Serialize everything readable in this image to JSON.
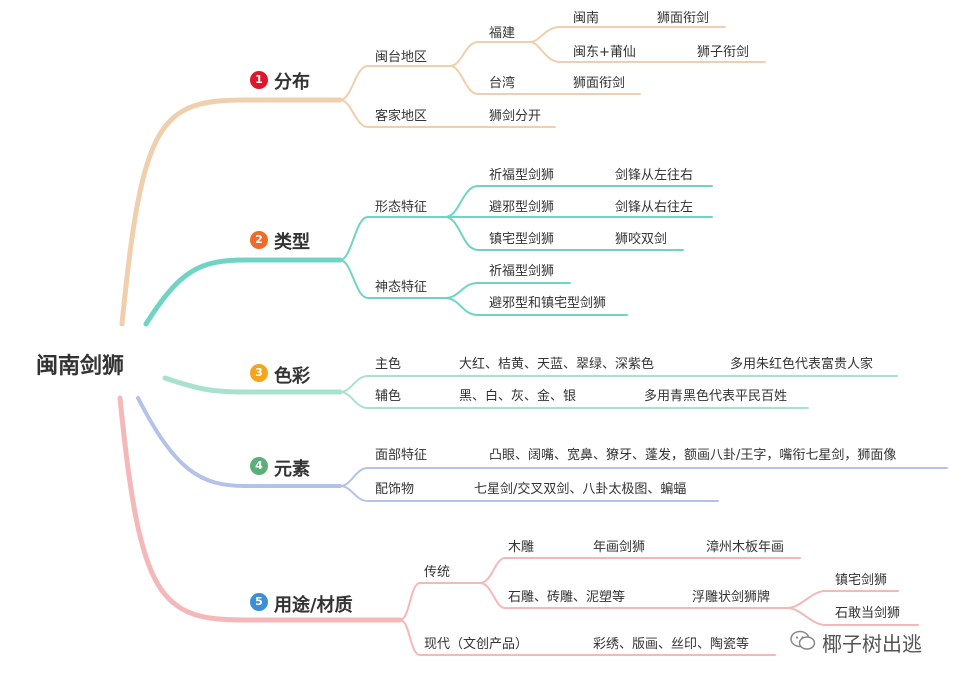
{
  "root": "闽南剑狮",
  "watermark": "椰子树出逃",
  "colors": {
    "distribution": "#efcfad",
    "type": "#6fd4c4",
    "color": "#a9e1cf",
    "element": "#b4c2ea",
    "use": "#f4b8b8",
    "badge1": "#e0162b",
    "badge2": "#ee6b29",
    "badge3": "#f4a51c",
    "badge4": "#5bb07a",
    "badge5": "#3b8fd4"
  },
  "branches": {
    "distribution": {
      "num": "1",
      "label": "分布",
      "minnan_taiwan": "闽台地区",
      "fujian": "福建",
      "minnan": "闽南",
      "minnan_val": "狮面衔剑",
      "mindong": "闽东+莆仙",
      "mindong_val": "狮子衔剑",
      "taiwan": "台湾",
      "taiwan_val": "狮面衔剑",
      "hakka": "客家地区",
      "hakka_val": "狮剑分开"
    },
    "type": {
      "num": "2",
      "label": "类型",
      "form": "形态特征",
      "qifu": "祈福型剑狮",
      "qifu_val": "剑锋从左往右",
      "bixie": "避邪型剑狮",
      "bixie_val": "剑锋从右往左",
      "zhenzhai": "镇宅型剑狮",
      "zhenzhai_val": "狮咬双剑",
      "spirit": "神态特征",
      "spirit_qifu": "祈福型剑狮",
      "spirit_bixie": "避邪型和镇宅型剑狮"
    },
    "color": {
      "num": "3",
      "label": "色彩",
      "main": "主色",
      "main_vals": "大红、桔黄、天蓝、翠绿、深紫色",
      "main_note": "多用朱红色代表富贵人家",
      "aux": "辅色",
      "aux_vals": "黑、白、灰、金、银",
      "aux_note": "多用青黑色代表平民百姓"
    },
    "element": {
      "num": "4",
      "label": "元素",
      "face": "面部特征",
      "face_val": "凸眼、阔嘴、宽鼻、獠牙、蓬发，额画八卦/王字，嘴衔七星剑，狮面像",
      "accessory": "配饰物",
      "accessory_val": "七星剑/交叉双剑、八卦太极图、蝙蝠"
    },
    "use": {
      "num": "5",
      "label": "用途/材质",
      "traditional": "传统",
      "wood": "木雕",
      "wood_val": "年画剑狮",
      "wood_note": "漳州木板年画",
      "stone": "石雕、砖雕、泥塑等",
      "stone_val": "浮雕状剑狮牌",
      "stone_a": "镇宅剑狮",
      "stone_b": "石敢当剑狮",
      "modern": "现代（文创产品）",
      "modern_val": "彩绣、版画、丝印、陶瓷等"
    }
  }
}
